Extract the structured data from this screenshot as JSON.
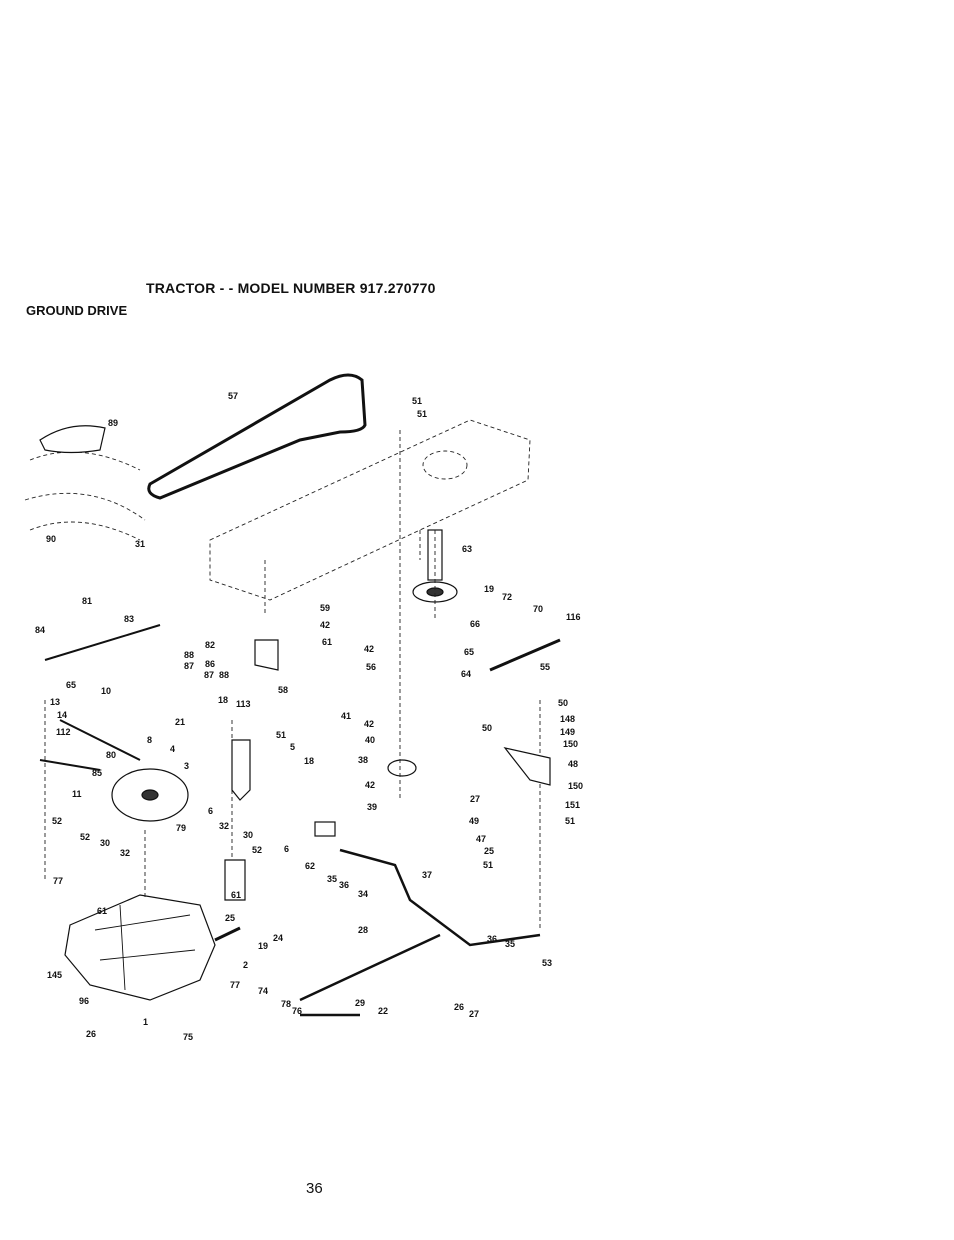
{
  "header": {
    "title": "TRACTOR - - MODEL NUMBER 917.270770",
    "section": "GROUND DRIVE"
  },
  "footer": {
    "page_number": "36"
  },
  "diagram": {
    "callouts": [
      "57",
      "51",
      "51",
      "89",
      "90",
      "31",
      "63",
      "19",
      "72",
      "70",
      "116",
      "81",
      "83",
      "82",
      "84",
      "88",
      "87",
      "86",
      "87",
      "88",
      "65",
      "10",
      "13",
      "14",
      "112",
      "80",
      "85",
      "21",
      "8",
      "11",
      "4",
      "3",
      "59",
      "42",
      "61",
      "66",
      "42",
      "56",
      "65",
      "64",
      "55",
      "58",
      "18",
      "113",
      "51",
      "5",
      "18",
      "6",
      "41",
      "42",
      "40",
      "38",
      "42",
      "39",
      "50",
      "148",
      "149",
      "150",
      "50",
      "48",
      "150",
      "151",
      "51",
      "27",
      "49",
      "47",
      "25",
      "51",
      "52",
      "52",
      "30",
      "32",
      "79",
      "32",
      "30",
      "52",
      "77",
      "61",
      "61",
      "6",
      "62",
      "35",
      "36",
      "34",
      "37",
      "25",
      "19",
      "24",
      "2",
      "77",
      "145",
      "96",
      "26",
      "74",
      "78",
      "76",
      "75",
      "1",
      "28",
      "29",
      "22",
      "26",
      "27",
      "36",
      "35",
      "53"
    ]
  }
}
